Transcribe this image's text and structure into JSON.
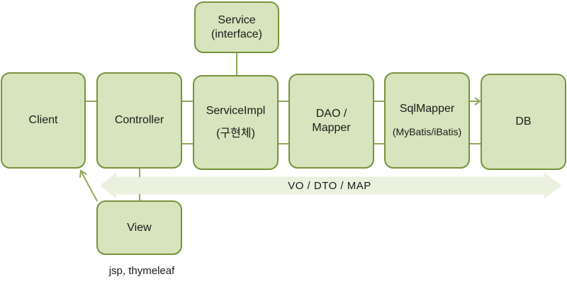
{
  "nodes": {
    "service_interface": {
      "line1": "Service",
      "line2": "(interface)"
    },
    "client": {
      "label": "Client"
    },
    "controller": {
      "label": "Controller"
    },
    "service_impl": {
      "line1": "ServiceImpl",
      "line2": "(구현체)"
    },
    "dao": {
      "line1": "DAO /",
      "line2": "Mapper"
    },
    "sql_mapper": {
      "line1": "SqlMapper",
      "line2": "(MyBatis/iBatis)"
    },
    "db": {
      "label": "DB"
    },
    "view": {
      "label": "View"
    }
  },
  "data_transfer_label": "VO / DTO / MAP",
  "view_caption": "jsp, thymeleaf",
  "colors": {
    "box_fill": "#d7e4bd",
    "box_border": "#77933c",
    "connector": "#8faa5a",
    "band": "#ebf1de"
  }
}
